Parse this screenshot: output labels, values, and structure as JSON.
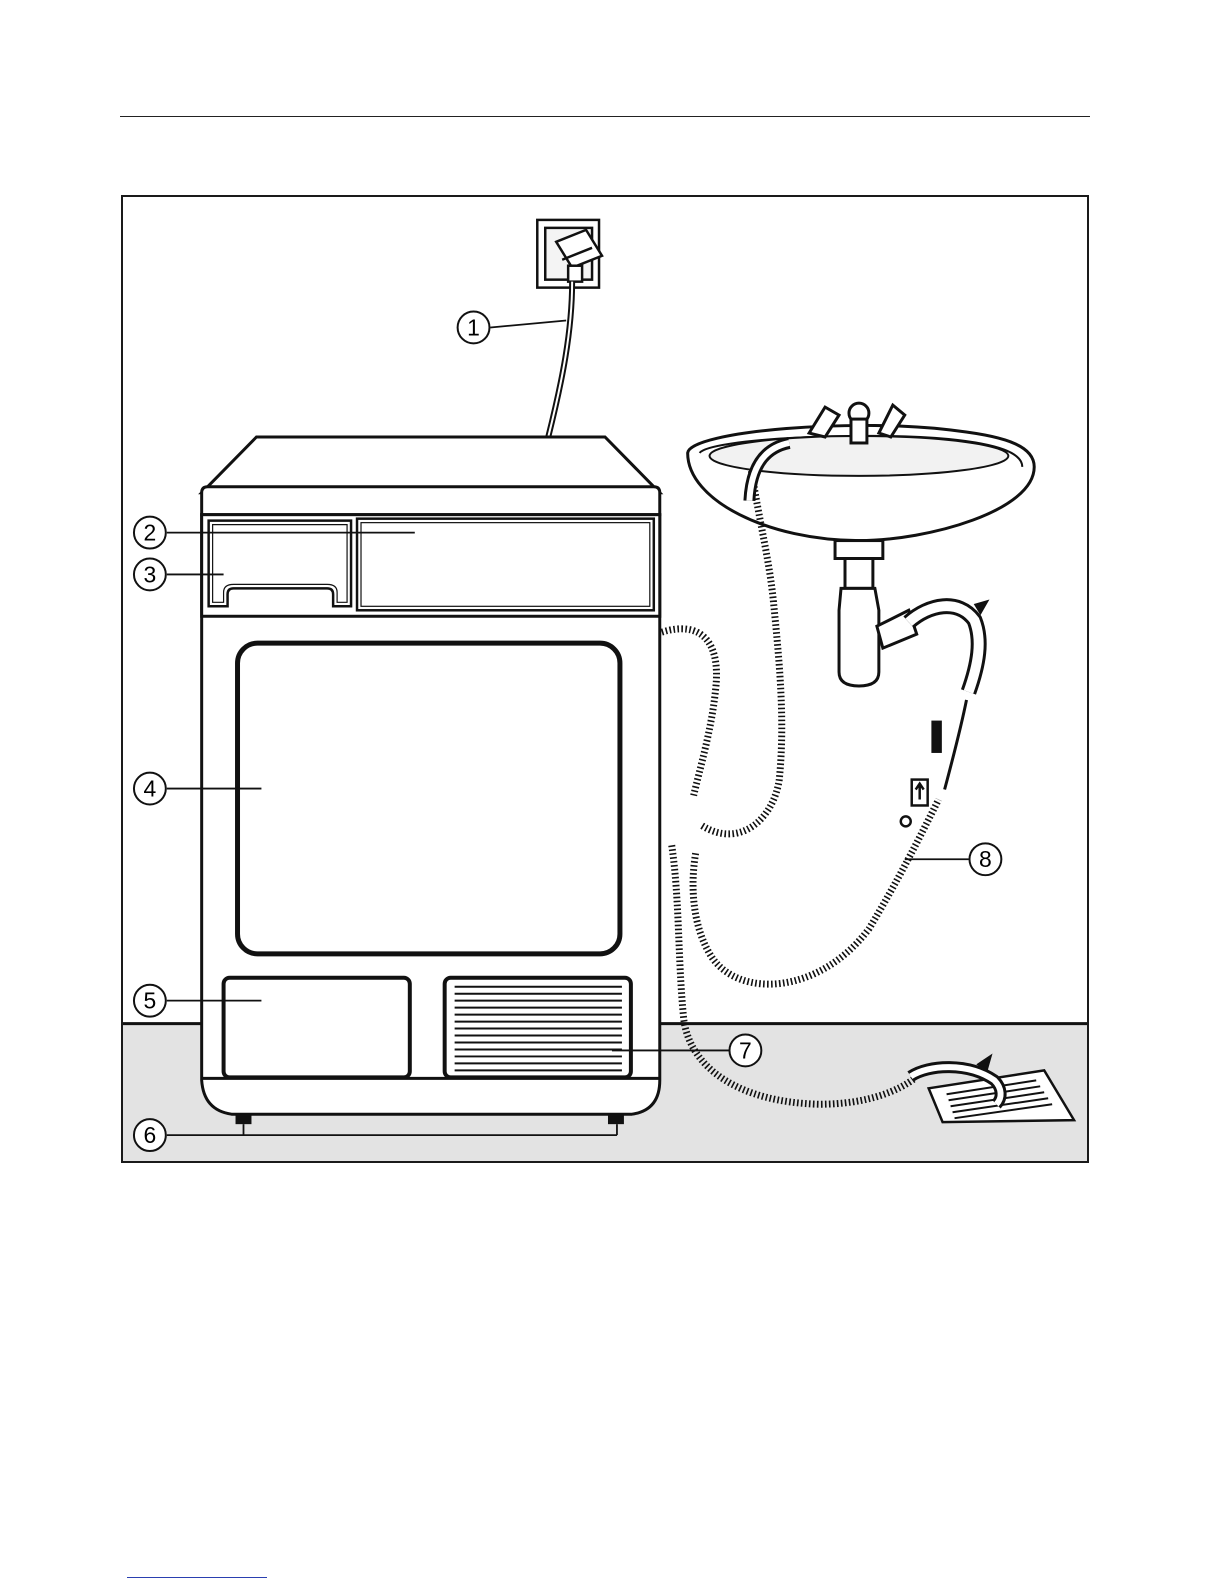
{
  "figure": {
    "callouts": [
      {
        "id": "callout-1",
        "label": "1"
      },
      {
        "id": "callout-2",
        "label": "2"
      },
      {
        "id": "callout-3",
        "label": "3"
      },
      {
        "id": "callout-4",
        "label": "4"
      },
      {
        "id": "callout-5",
        "label": "5"
      },
      {
        "id": "callout-6",
        "label": "6"
      },
      {
        "id": "callout-7",
        "label": "7"
      },
      {
        "id": "callout-8",
        "label": "8"
      }
    ]
  }
}
